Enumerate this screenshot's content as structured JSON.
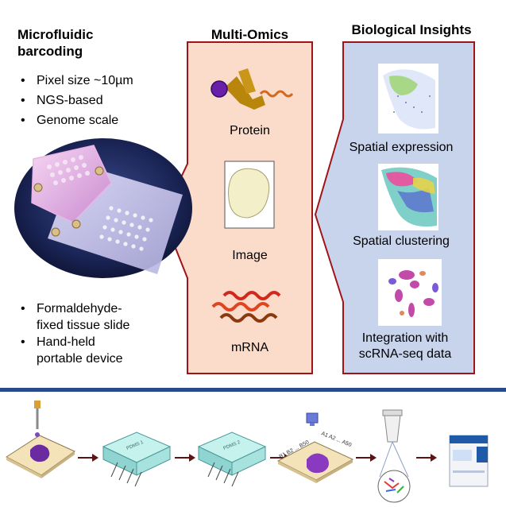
{
  "left": {
    "title_line1": "Microfluidic",
    "title_line2": "barcoding",
    "bullets_top": [
      "Pixel size ~10µm",
      "NGS-based",
      "Genome scale"
    ],
    "bullets_bottom": [
      {
        "line1": "Formaldehyde-",
        "line2": "fixed tissue slide"
      },
      {
        "line1": "Hand-held",
        "line2": "portable device"
      }
    ]
  },
  "middle": {
    "title": "Multi-Omics",
    "items": [
      "Protein",
      "Image",
      "mRNA"
    ]
  },
  "right": {
    "title": "Biological Insights",
    "items": [
      "Spatial expression",
      "Spatial clustering"
    ],
    "item3_line1": "Integration with",
    "item3_line2": "scRNA-seq data"
  },
  "workflow": {
    "chip1_label": "PDMS 1",
    "chip2_label": "PDMS 2",
    "row_labels": "B1 B2 ... B50",
    "col_labels": "A1 A2 ... A50"
  },
  "colors": {
    "panel_border": "#a01418",
    "middle_fill": "#fbdccb",
    "right_fill": "#c8d4ec",
    "divider": "#2b4a8a",
    "arrow": "#5a1414"
  }
}
